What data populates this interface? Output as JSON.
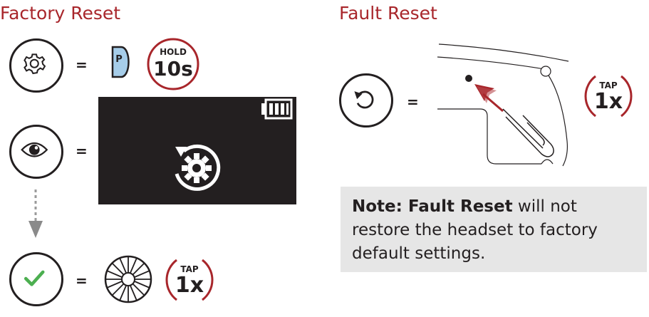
{
  "factory_reset": {
    "title": "Factory Reset",
    "equals": "=",
    "p_button_label": "P",
    "hold_badge": {
      "top": "HOLD",
      "bottom": "10s"
    },
    "tap_badge": {
      "top": "TAP",
      "bottom": "1x"
    }
  },
  "fault_reset": {
    "title": "Fault Reset",
    "equals": "=",
    "tap_badge": {
      "top": "TAP",
      "bottom": "1x"
    }
  },
  "note": {
    "bold": "Note: Fault Reset",
    "rest": " will not restore the headset to factory default settings."
  },
  "colors": {
    "accent": "#a8262b",
    "check": "#4caf50",
    "note_bg": "#e6e6e6",
    "screen": "#231f20"
  },
  "icons": [
    "gear-icon",
    "eye-icon",
    "check-icon",
    "wheel-icon",
    "reset-arrow-icon",
    "battery-icon",
    "paperclip-icon"
  ]
}
